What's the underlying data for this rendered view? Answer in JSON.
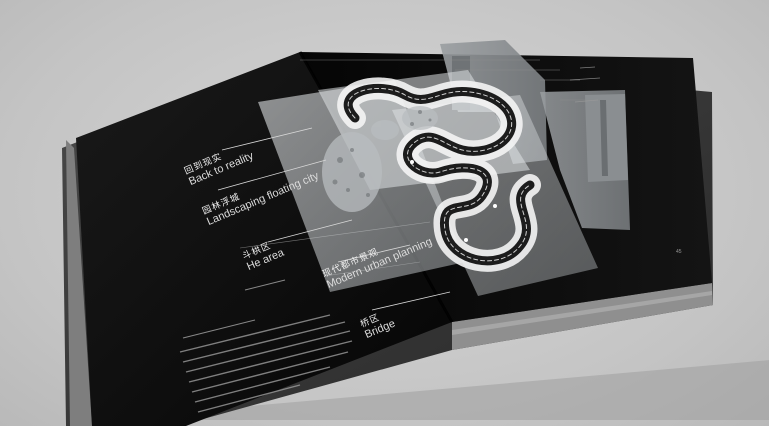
{
  "book": {
    "labels": [
      {
        "zh": "回到现实",
        "en": "Back to reality"
      },
      {
        "zh": "园林浮城",
        "en": "Landscaping floating city"
      },
      {
        "zh": "斗栱区",
        "en": "He area"
      },
      {
        "zh": "现代都市景观",
        "en": "Modern urban planning"
      },
      {
        "zh": "桥区",
        "en": "Bridge"
      }
    ],
    "page_number": "45",
    "colors": {
      "page": "#0b0b0b",
      "cover": "#3a3a3a",
      "panel": "#cfd3d6",
      "background": "#c9c9c9"
    }
  }
}
